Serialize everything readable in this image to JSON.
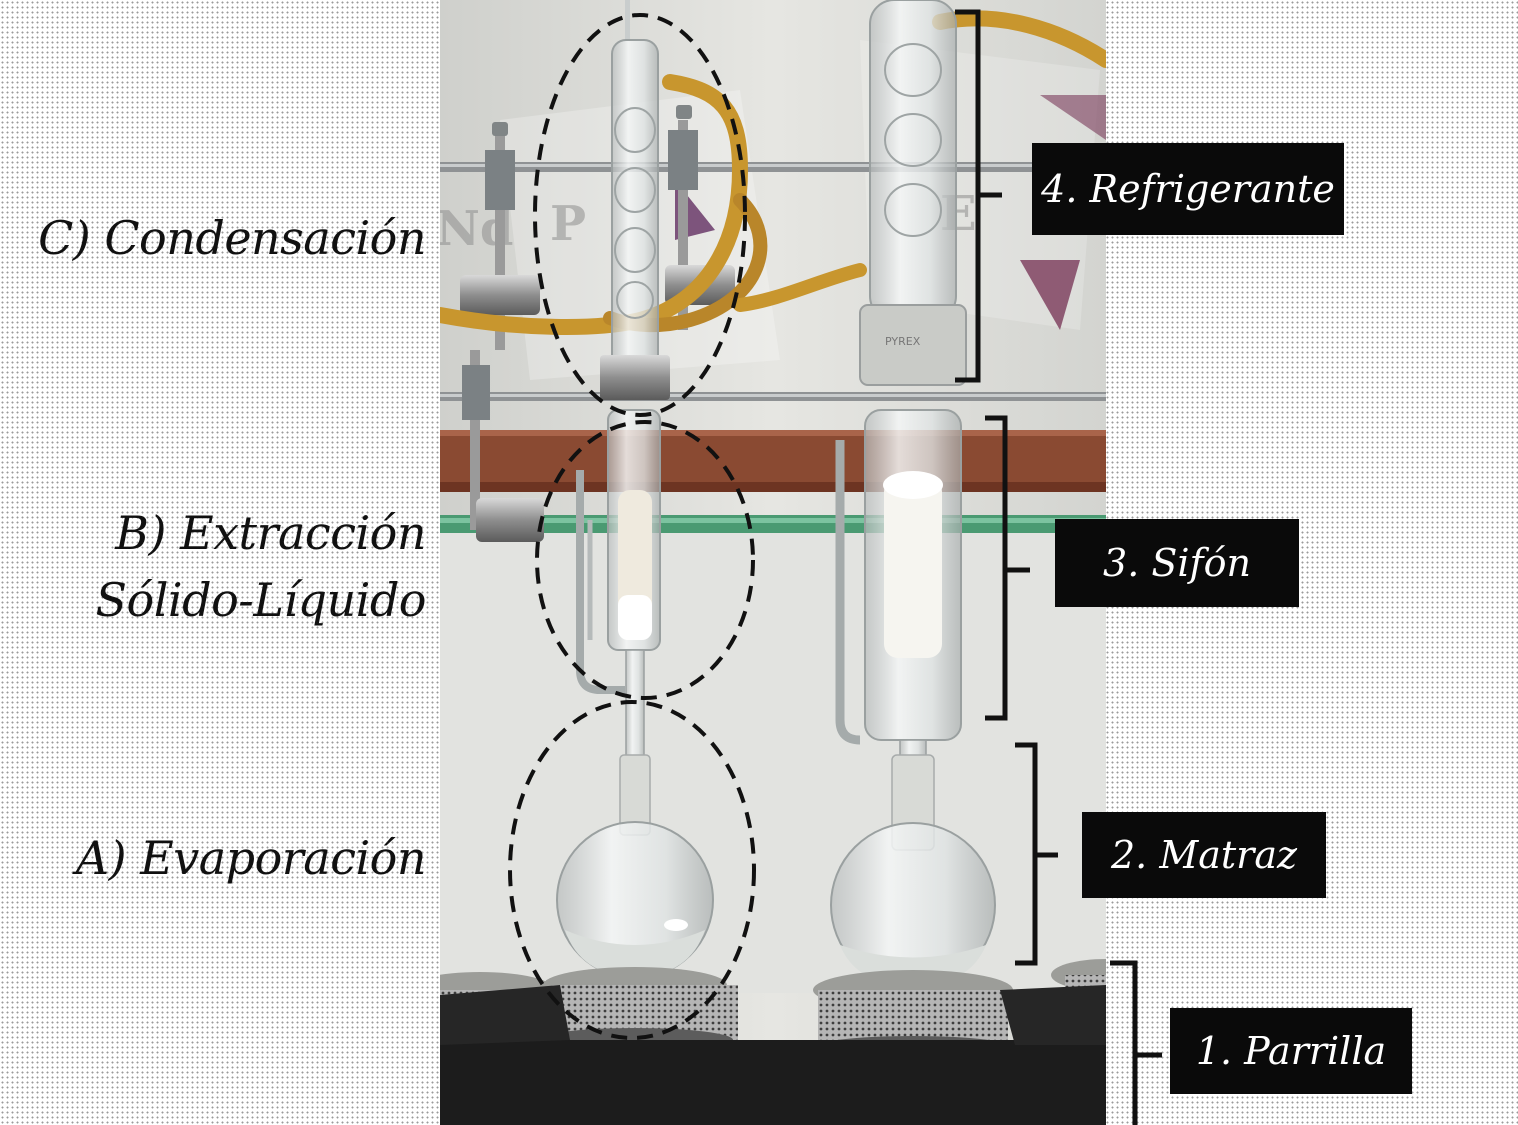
{
  "stages": {
    "condensation": "C) Condensación",
    "extraction_line1": "B) Extracción",
    "extraction_line2": "Sólido-Líquido",
    "evaporation": "A) Evaporación"
  },
  "parts": {
    "refrigerante": "4. Refrigerante",
    "sifon": "3. Sifón",
    "matraz": "2. Matraz",
    "parrilla": "1. Parrilla"
  },
  "colors": {
    "label_background": "#0a0a0a",
    "label_text": "#ffffff",
    "hose": "#c8962e",
    "shelf": "#8a4a32",
    "green_pipe": "#4a9a72"
  }
}
